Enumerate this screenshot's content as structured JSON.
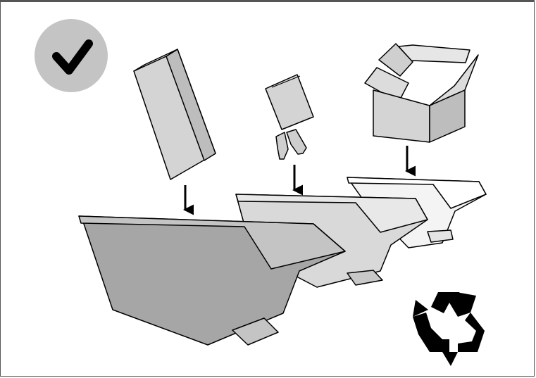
{
  "illustration": {
    "status_icon": "check-mark-icon",
    "symbol_icon": "recycling-symbol-icon",
    "items": [
      "tall-box",
      "flattened-carton",
      "cartridges",
      "open-cardboard-box"
    ],
    "containers": [
      "dark-skip",
      "medium-skip",
      "light-skip"
    ]
  },
  "colors": {
    "dark_container": "#a6a6a6",
    "medium_container": "#d9d9d9",
    "light_container": "#f4f4f4",
    "item_fill": "#d4d4d4",
    "check_circle": "#c4c4c4",
    "ink": "#000000"
  }
}
